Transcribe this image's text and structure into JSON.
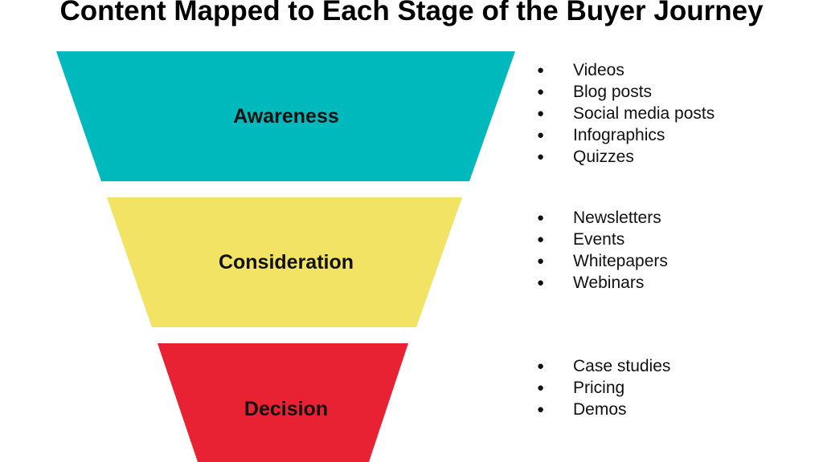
{
  "title": "Content Mapped to Each Stage of the Buyer Journey",
  "stages": [
    {
      "name": "Awareness",
      "color": "#00B9BC",
      "items": [
        "Videos",
        "Blog posts",
        "Social media posts",
        "Infographics",
        "Quizzes"
      ]
    },
    {
      "name": "Consideration",
      "color": "#F2E365",
      "items": [
        "Newsletters",
        "Events",
        "Whitepapers",
        "Webinars"
      ]
    },
    {
      "name": "Decision",
      "color": "#E82232",
      "items": [
        "Case studies",
        "Pricing",
        "Demos"
      ]
    }
  ]
}
